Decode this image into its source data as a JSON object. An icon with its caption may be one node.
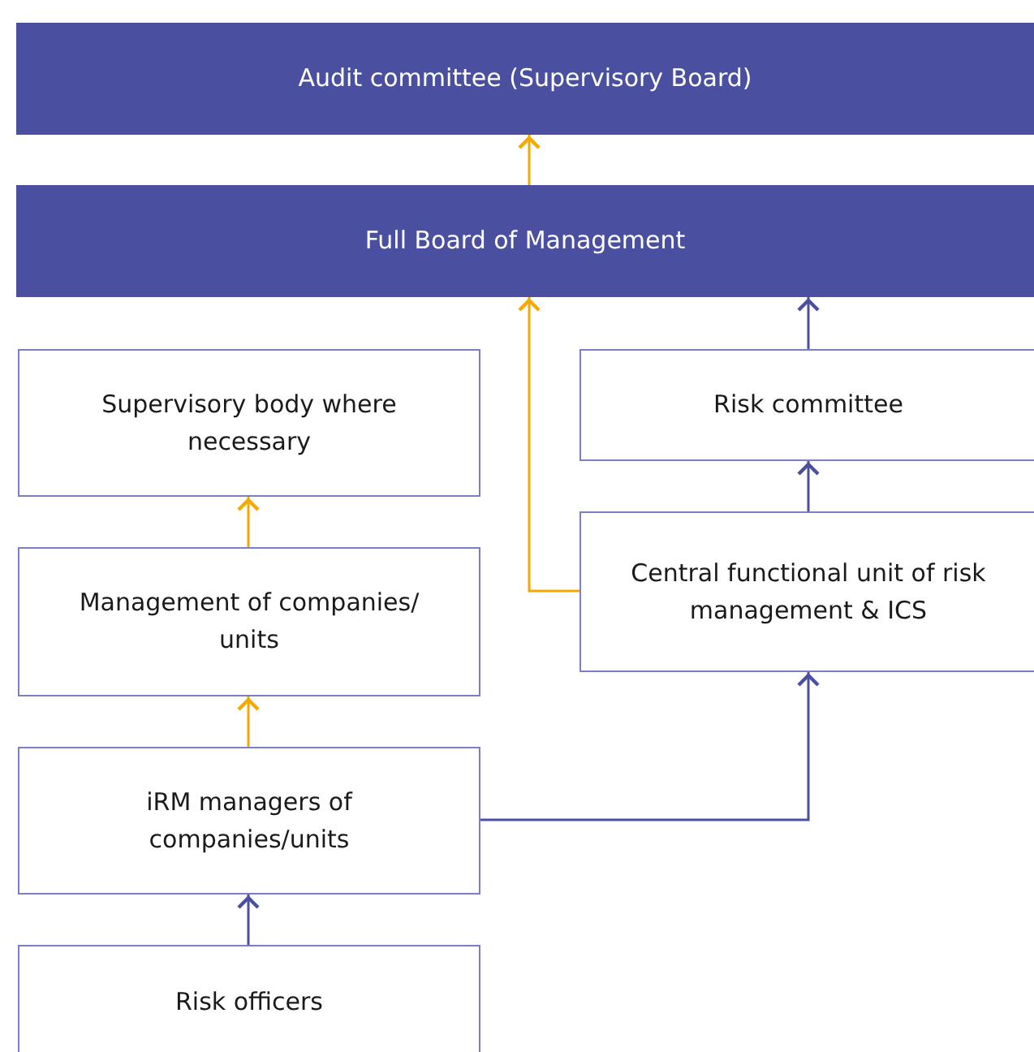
{
  "diagram": {
    "nodes": [
      {
        "text": [
          "Audit committee (Supervisory Board)"
        ]
      },
      {
        "text": [
          "Full Board of Management"
        ]
      },
      {
        "text": [
          "Supervisory body where necessary"
        ]
      },
      {
        "text": [
          "Risk committee"
        ]
      },
      {
        "text": [
          "Management of companies/ units"
        ]
      },
      {
        "text": [
          "Central functional unit of risk management & ICS"
        ]
      },
      {
        "text": [
          "iRM managers of companies/units"
        ]
      },
      {
        "text": [
          "Risk officers"
        ]
      }
    ],
    "edges": [
      {
        "from": 1,
        "to": 0,
        "arrow": "to",
        "color": "#f5a800"
      },
      {
        "from": 3,
        "to": 1,
        "arrow": "to",
        "color": "#4a4fa0"
      },
      {
        "from": 5,
        "to": 1,
        "arrow": "to",
        "color": "#f5a800"
      },
      {
        "from": 4,
        "to": 2,
        "arrow": "to",
        "color": "#f5a800"
      },
      {
        "from": 5,
        "to": 3,
        "arrow": "to",
        "color": "#4a4fa0"
      },
      {
        "from": 6,
        "to": 4,
        "arrow": "to",
        "color": "#f5a800"
      },
      {
        "from": 6,
        "to": 5,
        "arrow": "to",
        "color": "#4a4fa0"
      },
      {
        "from": 7,
        "to": 6,
        "arrow": "to",
        "color": "#4a4fa0"
      }
    ]
  }
}
